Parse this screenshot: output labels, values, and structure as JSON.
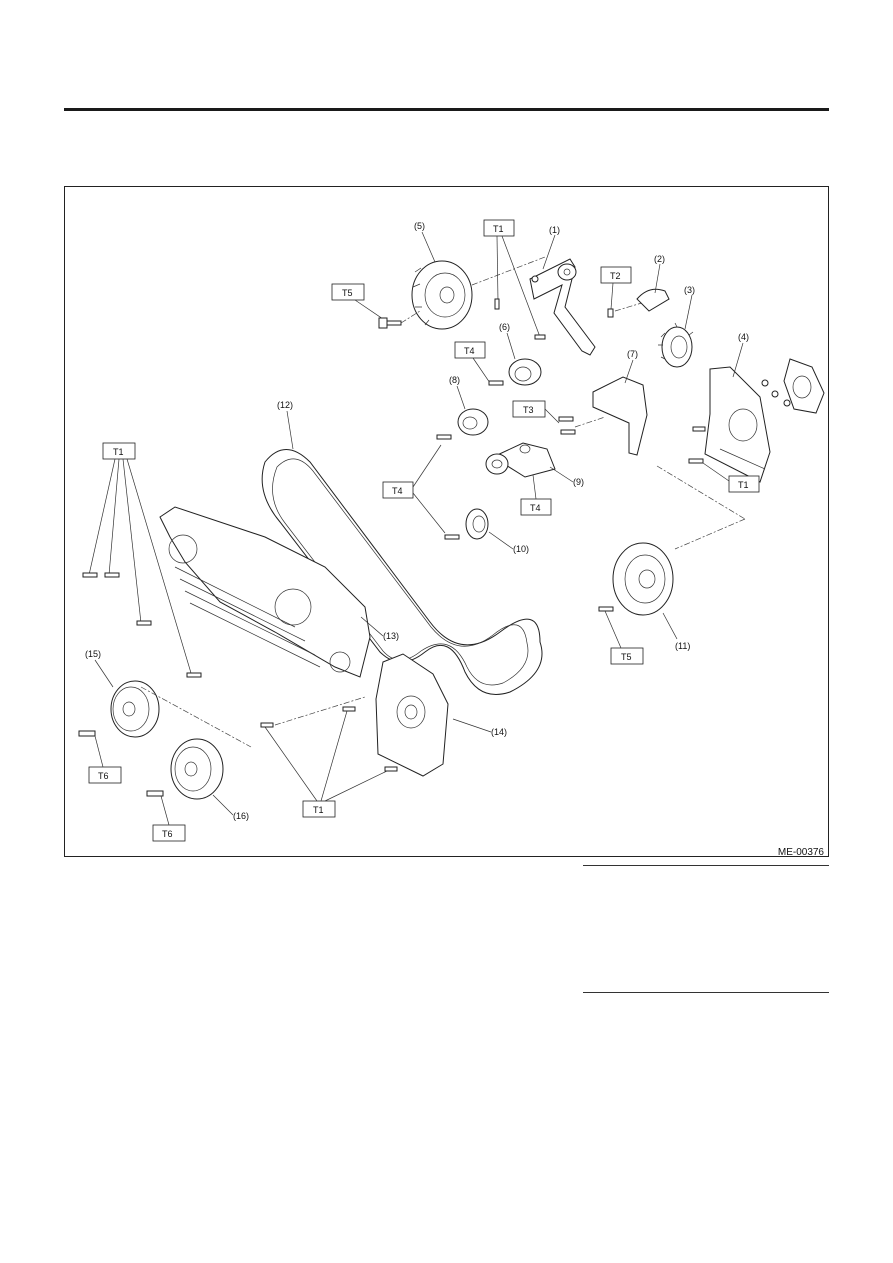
{
  "figure": {
    "id": "ME-00376",
    "torque_labels": {
      "t1": "T1",
      "t2": "T2",
      "t3": "T3",
      "t4": "T4",
      "t5": "T5",
      "t6": "T6"
    },
    "callouts": {
      "p1": "(1)",
      "p2": "(2)",
      "p3": "(3)",
      "p4": "(4)",
      "p5": "(5)",
      "p6": "(6)",
      "p7": "(7)",
      "p8": "(8)",
      "p9": "(9)",
      "p10": "(10)",
      "p11": "(11)",
      "p12": "(12)",
      "p13": "(13)",
      "p14": "(14)",
      "p15": "(15)",
      "p16": "(16)"
    }
  }
}
